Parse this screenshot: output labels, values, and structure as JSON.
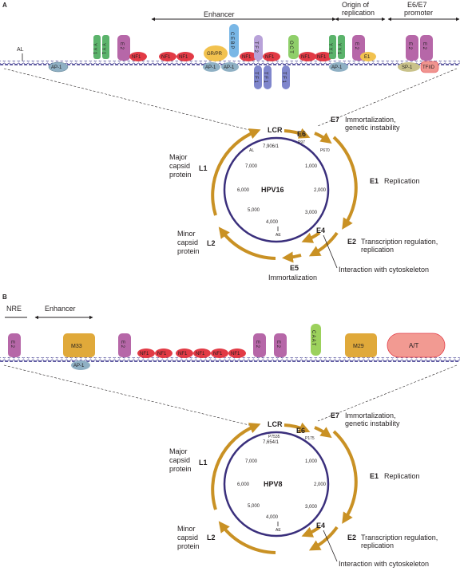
{
  "colors": {
    "dna": "#3f3a8f",
    "circle": "#3a2f7c",
    "arrow": "#c99124",
    "nf1": "#e23a45",
    "yy1": "#5bb36b",
    "e2": "#b667a8",
    "ap1": "#8fb0c4",
    "grpr": "#f2c24f",
    "cebp": "#79b7e6",
    "tf2": "#b8a2d9",
    "tf1": "#7f86cc",
    "oct": "#8fcf6a",
    "sp1": "#c9c28a",
    "tfiid": "#f09590",
    "m33": "#e0a93a",
    "caat": "#9cd15c",
    "at": "#f29a92"
  },
  "panelA": {
    "label": "A",
    "region_enhancer": "Enhancer",
    "region_ori_line1": "Origin of",
    "region_ori_line2": "replication",
    "region_promoter_line1": "E6/E7",
    "region_promoter_line2": "promoter",
    "al_label": "AL",
    "factors": {
      "yy1": "Y Y 1",
      "e2": "E 2",
      "nf1": "NF1",
      "ap1": "AP-1",
      "grpr": "GR/PR",
      "cebp": "C E B P",
      "tf2": "T F 2",
      "tf1": "T F 1",
      "oct": "O C T",
      "e1": "E1",
      "sp1": "SP-1",
      "tfiid": "TFIID"
    },
    "genome": {
      "name": "HPV16",
      "ticks": {
        "top": "7,906/1",
        "t1000": "1,000",
        "t2000": "2,000",
        "t3000": "3,000",
        "t4000": "4,000",
        "t5000": "5,000",
        "t6000": "6,000",
        "t7000": "7,000"
      },
      "promoters": {
        "p1": "P97",
        "p2": "P670"
      },
      "ae": "AE",
      "al": "AL"
    }
  },
  "panelB": {
    "label": "B",
    "nre": "NRE",
    "region_enhancer": "Enhancer",
    "factors": {
      "e2": "E 2",
      "m33": "M33",
      "ap1": "AP-1",
      "nf1": "NF1",
      "caat": "C A A T",
      "m29": "M29",
      "at": "A/T"
    },
    "genome": {
      "name": "HPV8",
      "ticks": {
        "top": "7,654/1",
        "t1000": "1,000",
        "t2000": "2,000",
        "t3000": "3,000",
        "t4000": "4,000",
        "t5000": "5,000",
        "t6000": "6,000",
        "t7000": "7,000"
      },
      "promoters": {
        "p1": "P7535",
        "p2": "P175"
      },
      "ae": "AE"
    }
  },
  "genes": {
    "lcr": "LCR",
    "e6": "E6",
    "e7": "E7",
    "e7_desc1": "Immortalization,",
    "e7_desc2": "genetic instability",
    "e1": "E1",
    "e1_desc": "Replication",
    "e2": "E2",
    "e2_desc1": "Transcription regulation,",
    "e2_desc2": "replication",
    "e4": "E4",
    "e4_desc": "Interaction with cytoskeleton",
    "e5": "E5",
    "e5_desc": "Immortalization",
    "l1": "L1",
    "l1_desc1": "Major",
    "l1_desc2": "capsid",
    "l1_desc3": "protein",
    "l2": "L2",
    "l2_desc1": "Minor",
    "l2_desc2": "capsid",
    "l2_desc3": "protein"
  }
}
